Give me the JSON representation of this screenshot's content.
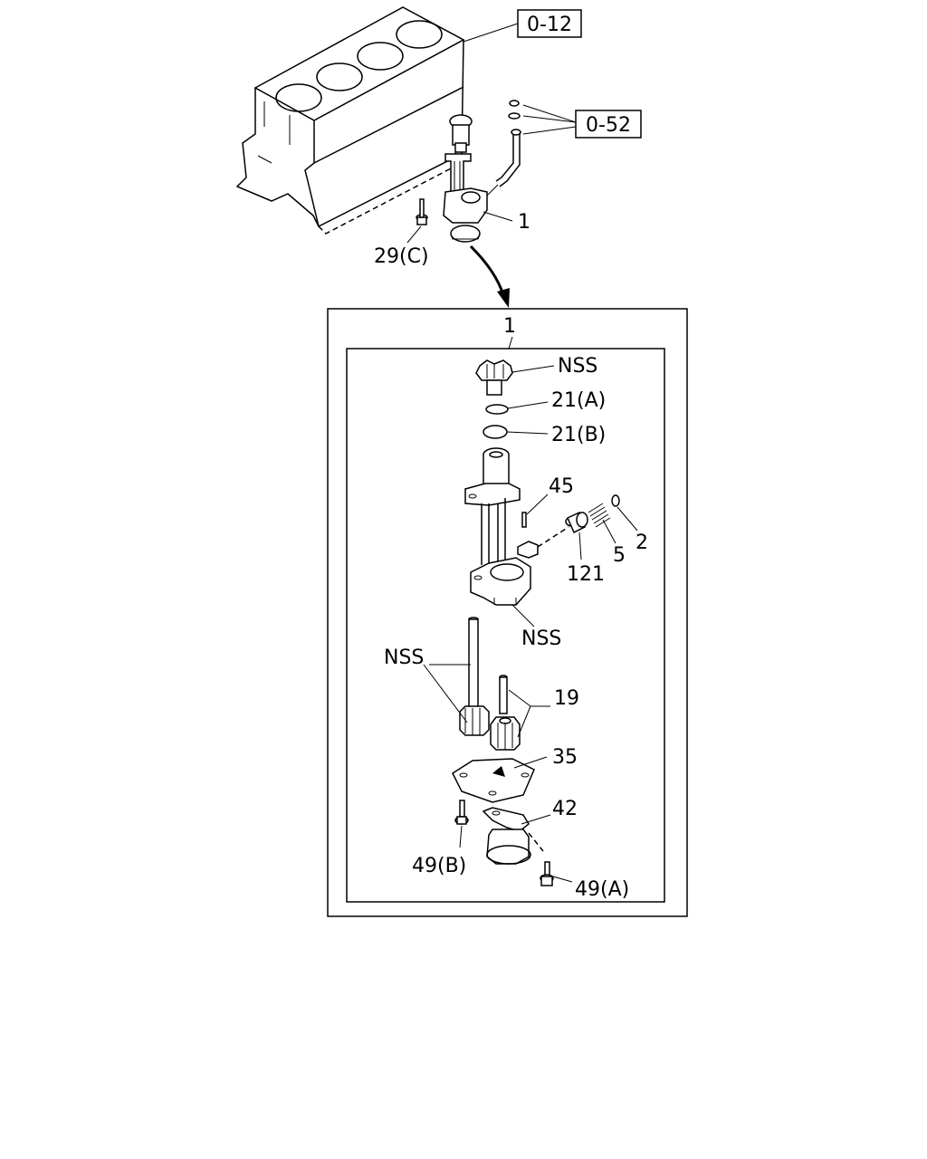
{
  "references": {
    "block_ref": "0-12",
    "pipe_ref": "0-52"
  },
  "callouts": {
    "pump_assembly_top": "1",
    "bolt_29c": "29(C)",
    "detail_title": "1",
    "nss_drive_gear": "NSS",
    "oring_a": "21(A)",
    "oring_b": "21(B)",
    "pin_45": "45",
    "spring_5": "5",
    "snap_ring_2": "2",
    "relief_valve_121": "121",
    "nss_body": "NSS",
    "nss_gears": "NSS",
    "gear_19": "19",
    "cover_35": "35",
    "strainer_42": "42",
    "bolt_49b": "49(B)",
    "bolt_49a": "49(A)"
  }
}
